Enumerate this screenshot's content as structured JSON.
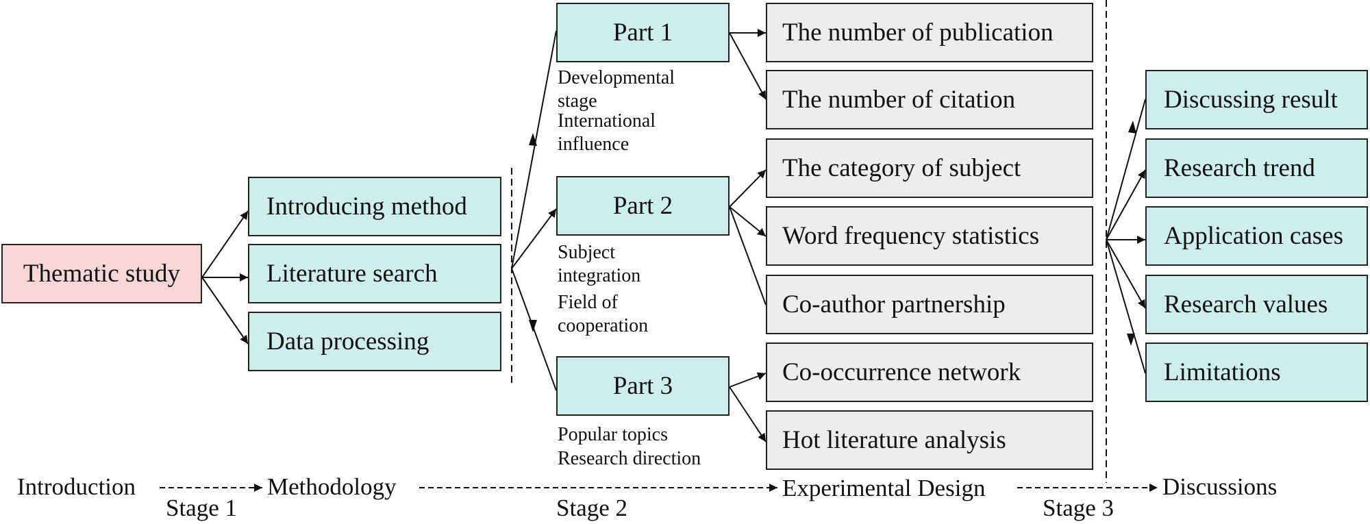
{
  "start": "Thematic study",
  "methods": [
    "Introducing method",
    "Literature search",
    "Data processing"
  ],
  "parts": [
    {
      "label": "Part 1",
      "notes": [
        "Developmental\nstage",
        "International\ninfluence"
      ]
    },
    {
      "label": "Part 2",
      "notes": [
        "Subject\nintegration",
        "Field of\ncooperation"
      ]
    },
    {
      "label": "Part 3",
      "notes": [
        "Popular topics",
        "Research direction"
      ]
    }
  ],
  "analyses": [
    "The number of publication",
    "The number of citation",
    "The category of subject",
    "Word frequency statistics",
    "Co-author partnership",
    "Co-occurrence network",
    "Hot literature analysis"
  ],
  "discussions": [
    "Discussing result",
    "Research trend",
    "Application cases",
    "Research values",
    "Limitations"
  ],
  "flow": {
    "introduction": "Introduction",
    "methodology": "Methodology",
    "experimental_design": "Experimental Design",
    "discussions": "Discussions",
    "stage1": "Stage 1",
    "stage2": "Stage 2",
    "stage3": "Stage 3"
  }
}
